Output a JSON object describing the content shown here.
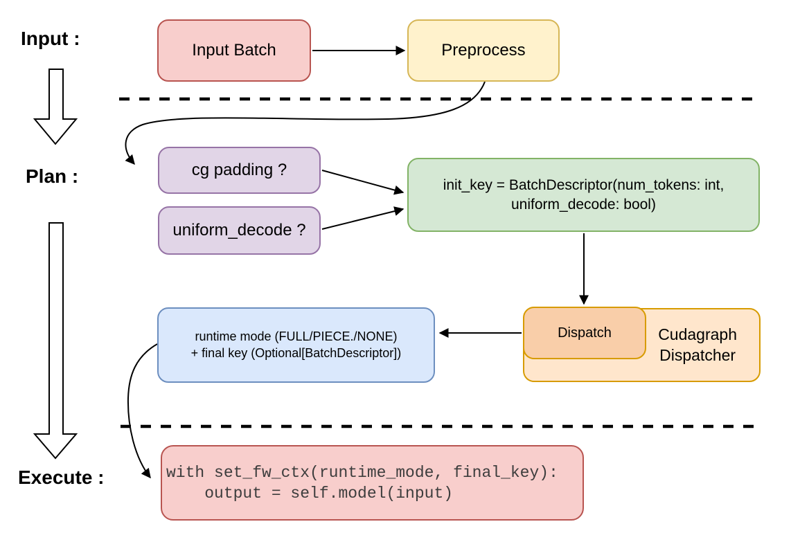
{
  "phase_labels": {
    "input": "Input :",
    "plan": "Plan :",
    "execute": "Execute :"
  },
  "nodes": {
    "input_batch": {
      "label": "Input Batch",
      "fill": "#F8CECC",
      "stroke": "#B85450"
    },
    "preprocess": {
      "label": "Preprocess",
      "fill": "#FFF2CC",
      "stroke": "#D6B656"
    },
    "cg_padding": {
      "label": "cg padding ?",
      "fill": "#E1D5E7",
      "stroke": "#9673A6"
    },
    "uniform_decode": {
      "label": "uniform_decode ?",
      "fill": "#E1D5E7",
      "stroke": "#9673A6"
    },
    "init_key": {
      "line1": "init_key = BatchDescriptor(num_tokens: int,",
      "line2": "uniform_decode: bool)",
      "fill": "#D5E8D4",
      "stroke": "#82B366"
    },
    "dispatch": {
      "label": "Dispatch",
      "fill": "#F9CEA9",
      "stroke": "#D79B00"
    },
    "cudagraph_dispatcher": {
      "line1": "Cudagraph",
      "line2": "Dispatcher",
      "fill": "#FFE6CC",
      "stroke": "#D79B00"
    },
    "runtime_mode": {
      "line1": "runtime mode (FULL/PIECE./NONE)",
      "line2": "+ final key (Optional[BatchDescriptor])",
      "fill": "#DAE8FC",
      "stroke": "#6C8EBF"
    },
    "execute_code": {
      "line1": "with set_fw_ctx(runtime_mode, final_key):",
      "line2": "    output = self.model(input)",
      "fill": "#F8CECC",
      "stroke": "#B85450"
    }
  },
  "connector_color": "#000000"
}
